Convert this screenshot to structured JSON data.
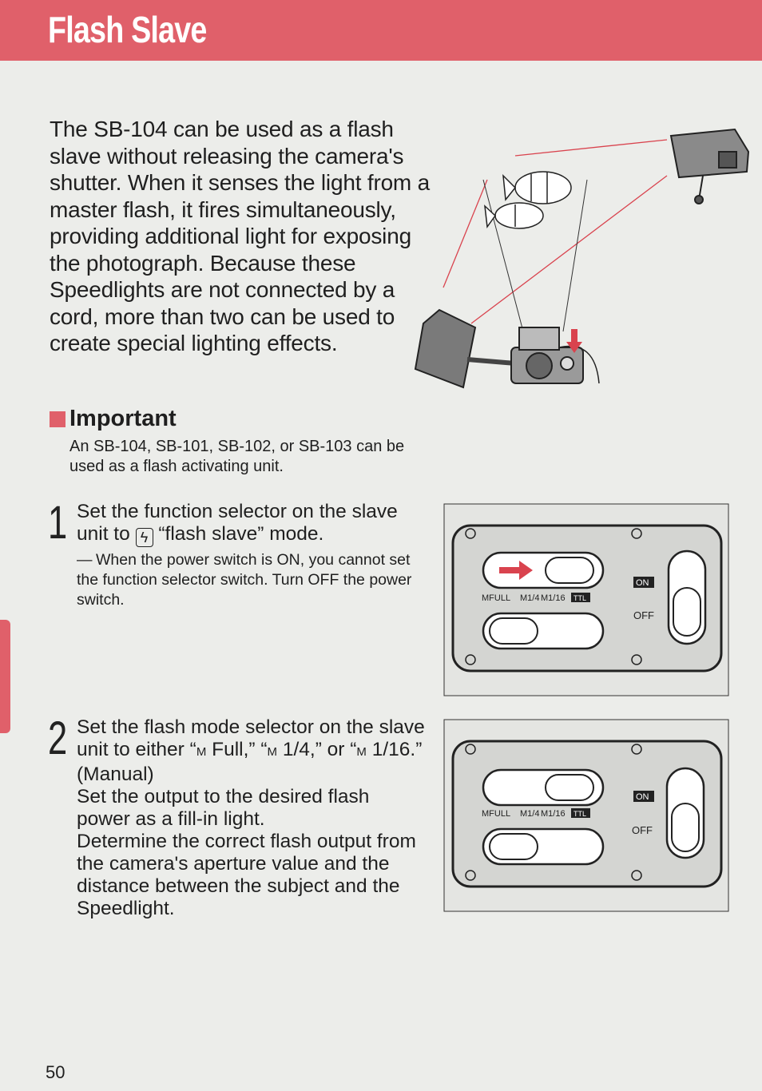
{
  "header": {
    "title": "Flash Slave"
  },
  "intro": "The SB-104 can be used as a flash slave without releasing the camera's shutter. When it senses the light from a master flash, it fires simulta­neously, providing additional light for exposing the photograph. Because these Speedlights are not connected by a cord, more than two can be used to create special lighting effects.",
  "important": {
    "heading": "Important",
    "body": "An SB-104, SB-101, SB-102, or SB-103 can be used as a flash activating unit."
  },
  "step1": {
    "number": "1",
    "main_a": "Set the function selector on the slave unit to",
    "symbol": "ϟ",
    "main_b": "“flash slave” mode.",
    "note_dash": "—",
    "note": "When the power switch is ON, you cannot set the function selector switch. Turn OFF the power switch."
  },
  "step2": {
    "number": "2",
    "line1": "Set the flash mode selector on the slave unit to either “",
    "m": "M",
    "full": " Full,” “",
    "quarter": " 1/4,” or “",
    "sixteenth": " 1/16.” (Manual)",
    "para2": "Set the output to the desired flash power as a fill-in light.",
    "para3": "Determine the correct flash output from the camera's aperture value and the distance between the subject and the Speedlight."
  },
  "panel_labels": {
    "on": "ON",
    "off": "OFF",
    "mfull": "MFULL",
    "m14": "M1/4",
    "m116": "M1/16",
    "ttl": "TTL"
  },
  "page_number": "50"
}
